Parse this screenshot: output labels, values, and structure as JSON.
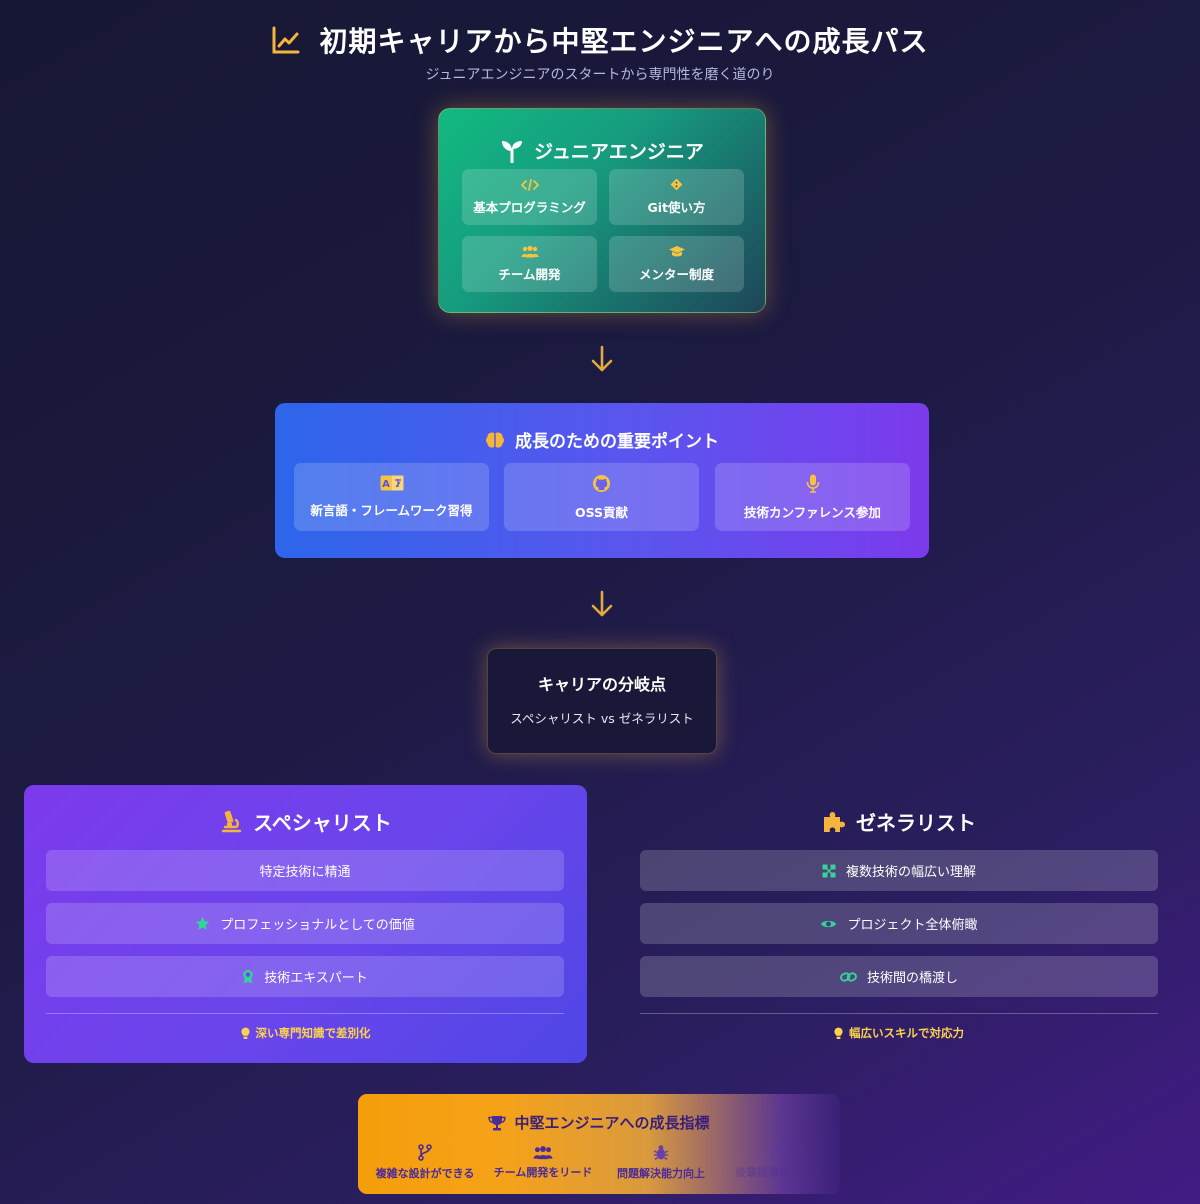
{
  "header": {
    "title": "初期キャリアから中堅エンジニアへの成長パス",
    "subtitle": "ジュニアエンジニアのスタートから専門性を磨く道のり",
    "icon": "chart-line-icon"
  },
  "junior": {
    "title": "ジュニアエンジニア",
    "icon": "seedling-icon",
    "skills": [
      {
        "label": "基本プログラミング",
        "icon": "code-icon"
      },
      {
        "label": "Git使い方",
        "icon": "git-icon"
      },
      {
        "label": "チーム開発",
        "icon": "users-icon"
      },
      {
        "label": "メンター制度",
        "icon": "graduation-cap-icon"
      }
    ]
  },
  "growth": {
    "title": "成長のための重要ポイント",
    "icon": "brain-icon",
    "points": [
      {
        "label": "新言語・フレームワーク習得",
        "icon": "language-icon"
      },
      {
        "label": "OSS貢献",
        "icon": "github-icon"
      },
      {
        "label": "技術カンファレンス参加",
        "icon": "microphone-icon"
      }
    ]
  },
  "branch": {
    "title": "キャリアの分岐点",
    "subtitle": "スペシャリスト vs ゼネラリスト"
  },
  "specialist": {
    "title": "スペシャリスト",
    "icon": "microscope-icon",
    "traits": [
      {
        "label": "特定技術に精通",
        "icon": ""
      },
      {
        "label": "プロフェッショナルとしての価値",
        "icon": "star-icon"
      },
      {
        "label": "技術エキスパート",
        "icon": "award-icon"
      }
    ],
    "footnote": "深い専門知識で差別化"
  },
  "generalist": {
    "title": "ゼネラリスト",
    "icon": "puzzle-icon",
    "traits": [
      {
        "label": "複数技術の幅広い理解",
        "icon": "network-icon"
      },
      {
        "label": "プロジェクト全体俯瞰",
        "icon": "eye-icon"
      },
      {
        "label": "技術間の橋渡し",
        "icon": "link-icon"
      }
    ],
    "footnote": "幅広いスキルで対応力"
  },
  "midlevel": {
    "title": "中堅エンジニアへの成長指標",
    "icon": "trophy-icon",
    "metrics": [
      {
        "label": "複雑な設計ができる",
        "icon": "branch-icon"
      },
      {
        "label": "チーム開発をリード",
        "icon": "users-icon"
      },
      {
        "label": "問題解決能力向上",
        "icon": "bug-icon"
      },
      {
        "label": "後輩指導ができる",
        "icon": "teacher-icon"
      }
    ]
  },
  "colors": {
    "accent_gold": "#f5b43c",
    "junior_green": "#12b981",
    "growth_blue": "#2d66eb",
    "specialist_purple": "#7c3aed",
    "mid_orange": "#f59e0b"
  }
}
